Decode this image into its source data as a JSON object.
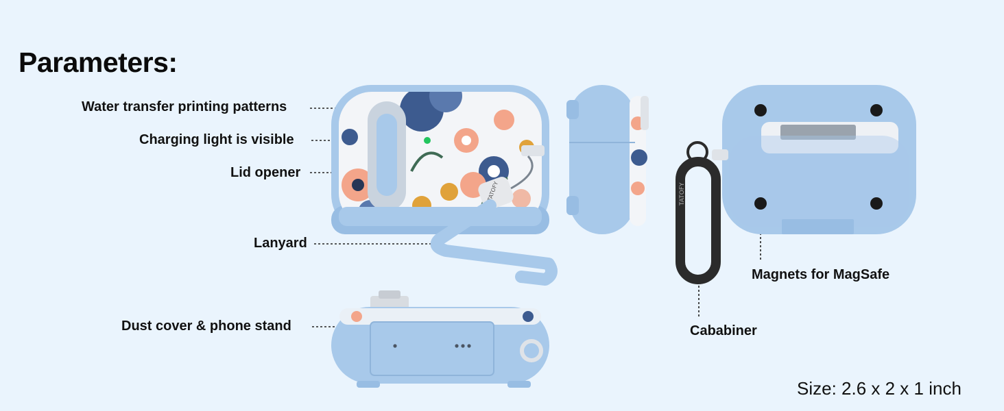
{
  "title": "Parameters:",
  "callouts": {
    "water_transfer": "Water transfer printing patterns",
    "charging_light": "Charging light is visible",
    "lid_opener": "Lid opener",
    "lanyard": "Lanyard",
    "dust_cover": "Dust cover & phone stand",
    "cababiner": "Cababiner",
    "magsafe": "Magnets for MagSafe"
  },
  "brand_text": "TATOFY",
  "size": "Size: 2.6 x 2 x 1 inch",
  "colors": {
    "background": "#eaf4fd",
    "case_blue": "#a8c9ea",
    "case_shadow": "#8fb4da",
    "carabiner": "#2b2b2b",
    "flower_peach": "#f3a58a",
    "flower_navy": "#3d5b8f",
    "flower_mustard": "#e0a23a",
    "charging_led": "#22c55e"
  }
}
